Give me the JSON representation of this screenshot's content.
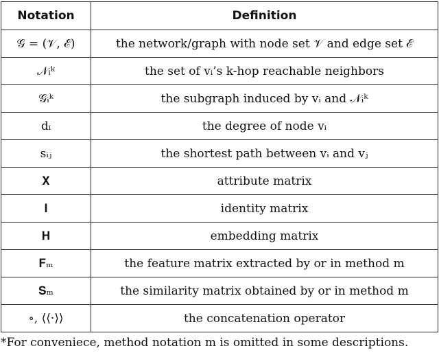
{
  "table": {
    "headers": [
      "Notation",
      "Definition"
    ],
    "rows": [
      {
        "notation": "𝒢 = (𝒱, ℰ)",
        "definition": "the network/graph with node set 𝒱 and edge set ℰ"
      },
      {
        "notation": "𝒩ᵢᵏ",
        "definition": "the set of vᵢ’s k-hop reachable neighbors"
      },
      {
        "notation": "𝒢ᵢᵏ",
        "definition": "the subgraph induced by vᵢ and 𝒩ᵢᵏ"
      },
      {
        "notation": "dᵢ",
        "definition": "the degree of node vᵢ"
      },
      {
        "notation": "sᵢⱼ",
        "definition": "the shortest path between vᵢ and vⱼ"
      },
      {
        "notation": "𝐗",
        "definition": "attribute matrix"
      },
      {
        "notation": "𝐈",
        "definition": "identity matrix"
      },
      {
        "notation": "𝐇",
        "definition": "embedding matrix"
      },
      {
        "notation": "𝐅ₘ",
        "definition": "the feature matrix extracted by or in method m"
      },
      {
        "notation": "𝐒ₘ",
        "definition": "the similarity matrix obtained by or in method m"
      },
      {
        "notation": "∘, ⟨⟨·⟩⟩",
        "definition": "the concatenation operator"
      }
    ]
  },
  "footnote": "*For conveniece, method notation m is omitted in some descriptions."
}
